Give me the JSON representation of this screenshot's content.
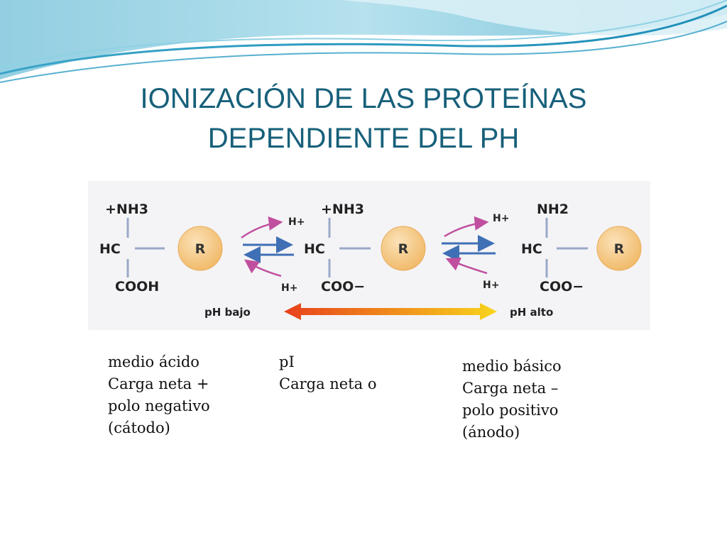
{
  "slide": {
    "title_line1": "IONIZACIÓN DE LAS PROTEÍNAS",
    "title_line2": "DEPENDIENTE DEL PH"
  },
  "diagram": {
    "molecules": [
      {
        "amino": "+NH3",
        "carbon": "HC",
        "carboxyl": "COOH",
        "r_group": "R"
      },
      {
        "amino": "+NH3",
        "carbon": "HC",
        "carboxyl": "COO−",
        "r_group": "R"
      },
      {
        "amino": "NH2",
        "carbon": "HC",
        "carboxyl": "COO−",
        "r_group": "R"
      }
    ],
    "proton_label": "H+",
    "ph_low": "pH bajo",
    "ph_high": "pH alto"
  },
  "columns": {
    "acid": [
      "medio ácido",
      "Carga neta +",
      "polo negativo",
      "(cátodo)"
    ],
    "pi": [
      "pI",
      "Carga neta o"
    ],
    "basic": [
      "medio básico",
      "Carga neta –",
      "polo positivo",
      "(ánodo)"
    ]
  },
  "colors": {
    "title": "#17607a",
    "bond": "#9aa8c8",
    "r_group": "#f2c27e",
    "forward_arrow": "#3f6fb5",
    "proton_arrow": "#c0509f",
    "gradient_start": "#e8401c",
    "gradient_end": "#f7d51c"
  }
}
